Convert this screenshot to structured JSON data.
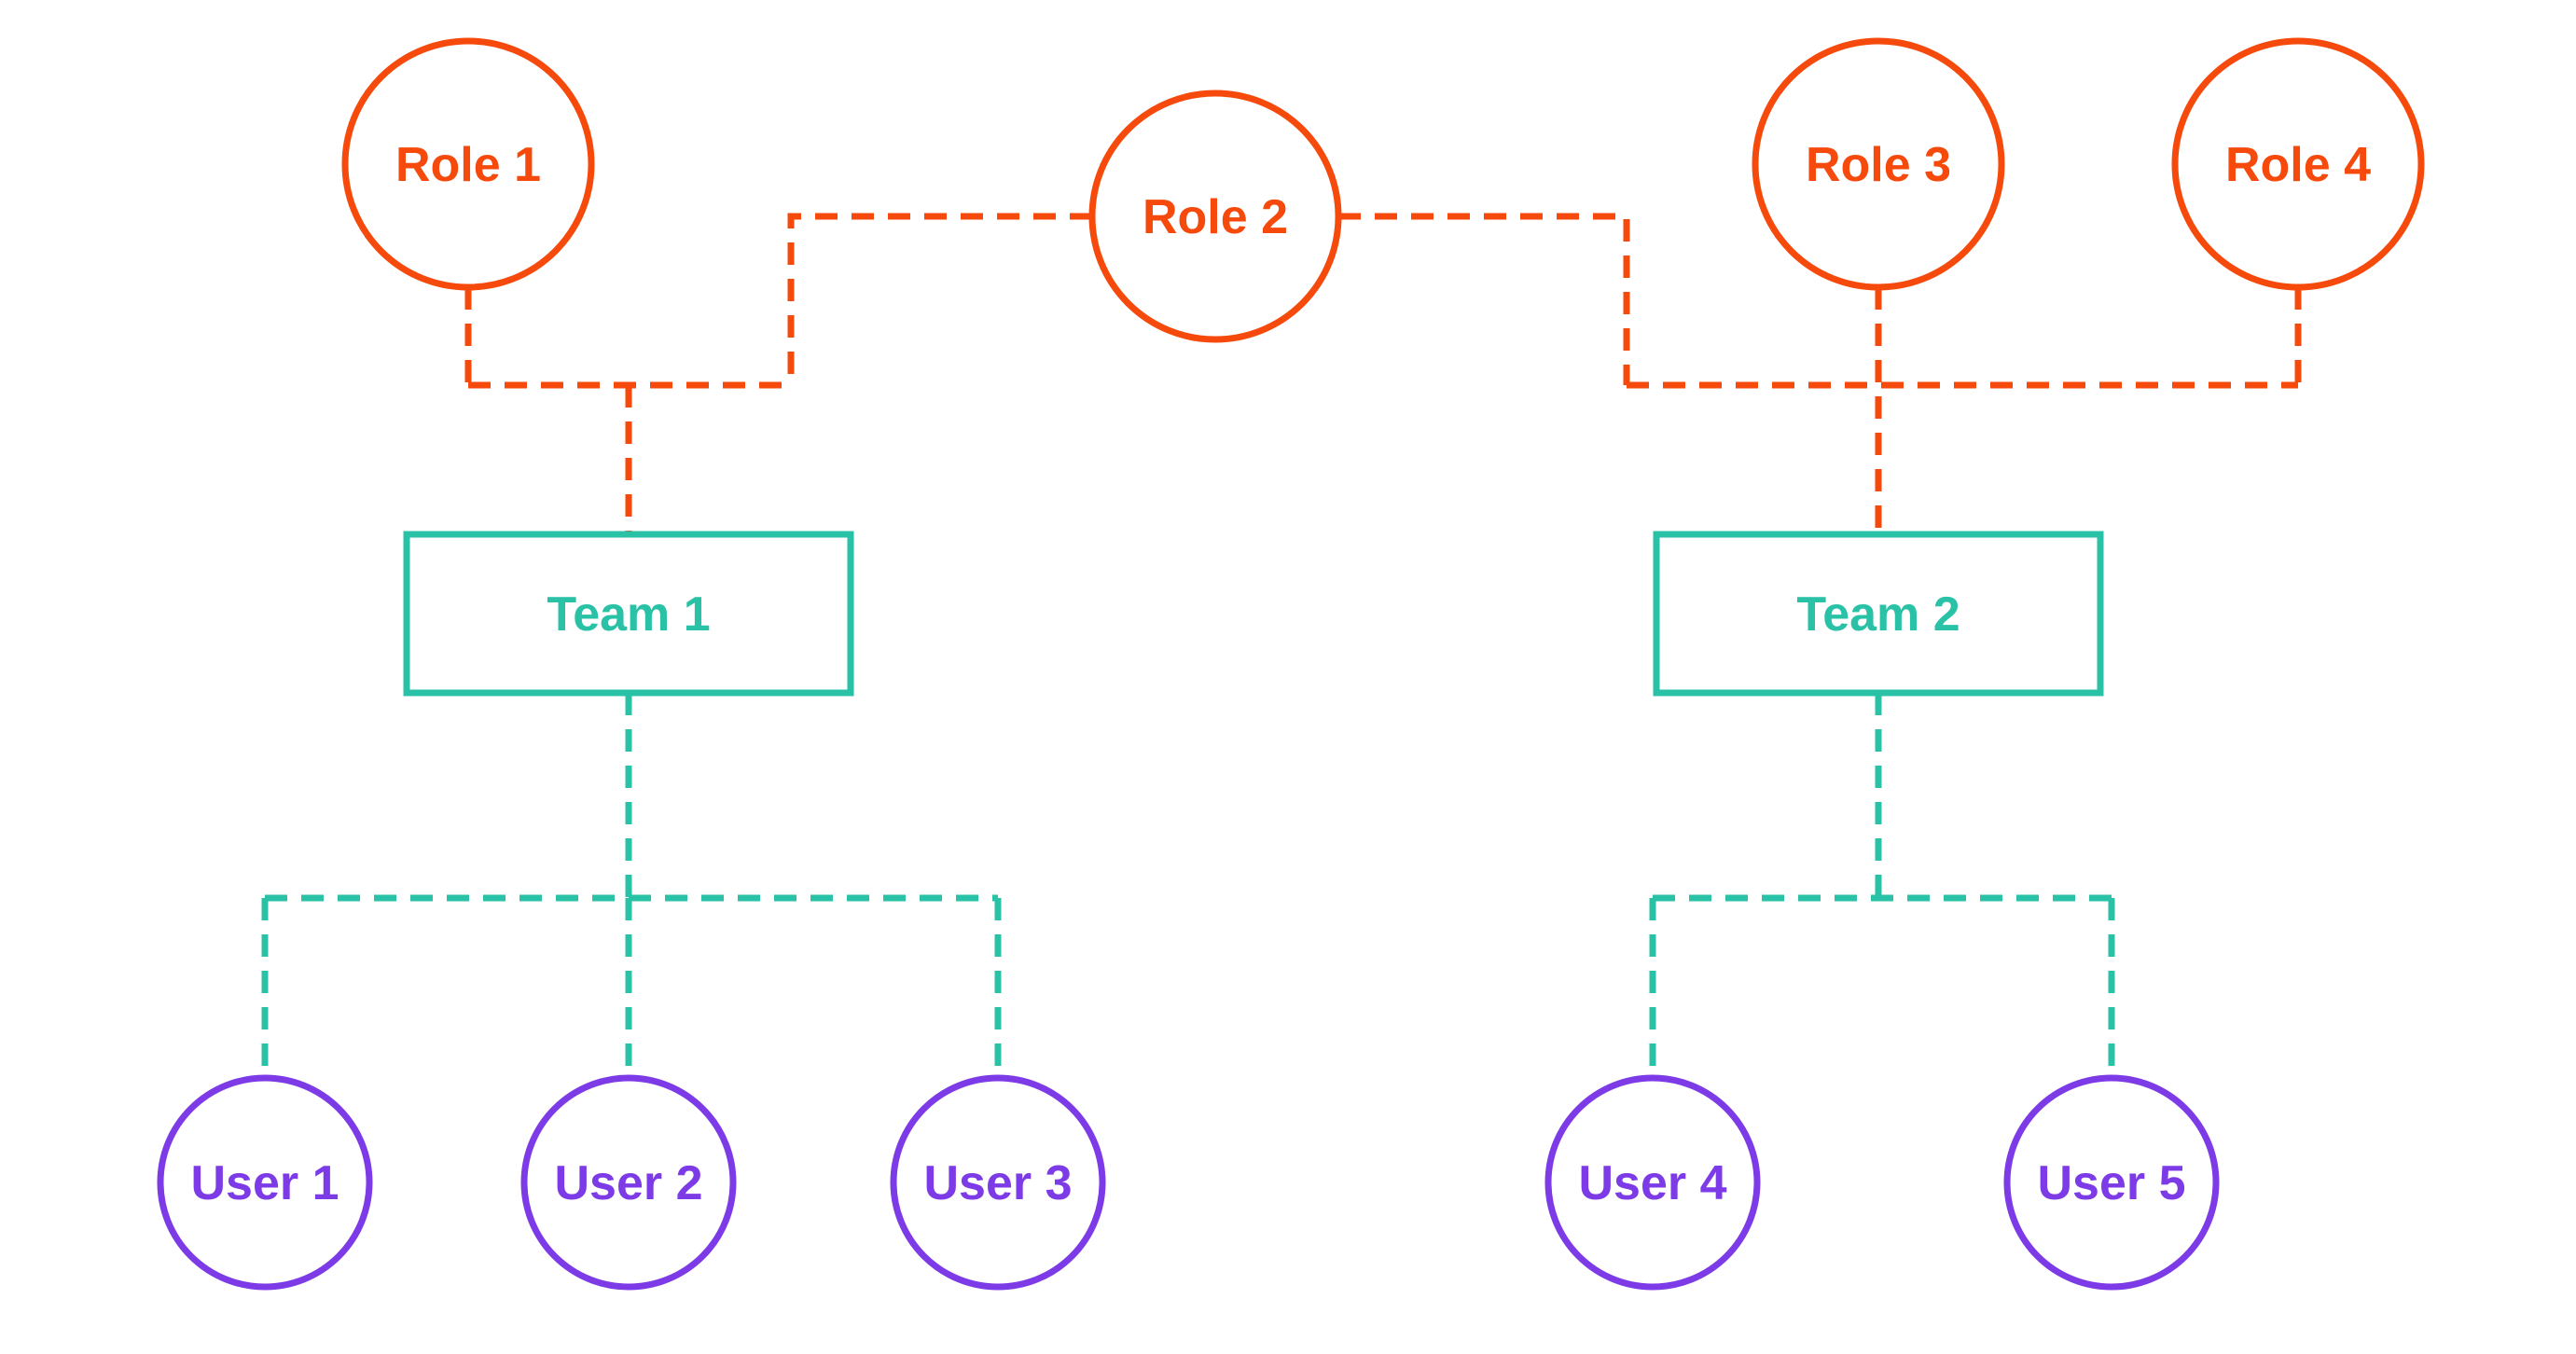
{
  "diagram": {
    "type": "org-mapping-diagram",
    "colors": {
      "role": "#F64A0D",
      "team": "#29C2A7",
      "user": "#7C3BE6",
      "background": "#FFFFFF"
    },
    "nodes": {
      "roles": [
        {
          "id": "role-1",
          "label": "Role 1",
          "shape": "circle"
        },
        {
          "id": "role-2",
          "label": "Role 2",
          "shape": "circle"
        },
        {
          "id": "role-3",
          "label": "Role 3",
          "shape": "circle"
        },
        {
          "id": "role-4",
          "label": "Role 4",
          "shape": "circle"
        }
      ],
      "teams": [
        {
          "id": "team-1",
          "label": "Team 1",
          "shape": "rectangle"
        },
        {
          "id": "team-2",
          "label": "Team 2",
          "shape": "rectangle"
        }
      ],
      "users": [
        {
          "id": "user-1",
          "label": "User 1",
          "shape": "circle"
        },
        {
          "id": "user-2",
          "label": "User 2",
          "shape": "circle"
        },
        {
          "id": "user-3",
          "label": "User 3",
          "shape": "circle"
        },
        {
          "id": "user-4",
          "label": "User 4",
          "shape": "circle"
        },
        {
          "id": "user-5",
          "label": "User 5",
          "shape": "circle"
        }
      ]
    },
    "connections": [
      {
        "from": "role-1",
        "to": "team-1",
        "style": "dashed",
        "color": "#F64A0D"
      },
      {
        "from": "role-2",
        "to": "team-1",
        "style": "dashed",
        "color": "#F64A0D"
      },
      {
        "from": "role-2",
        "to": "team-2",
        "style": "dashed",
        "color": "#F64A0D"
      },
      {
        "from": "role-3",
        "to": "team-2",
        "style": "dashed",
        "color": "#F64A0D"
      },
      {
        "from": "role-4",
        "to": "team-2",
        "style": "dashed",
        "color": "#F64A0D"
      },
      {
        "from": "team-1",
        "to": "user-1",
        "style": "dashed",
        "color": "#29C2A7"
      },
      {
        "from": "team-1",
        "to": "user-2",
        "style": "dashed",
        "color": "#29C2A7"
      },
      {
        "from": "team-1",
        "to": "user-3",
        "style": "dashed",
        "color": "#29C2A7"
      },
      {
        "from": "team-2",
        "to": "user-4",
        "style": "dashed",
        "color": "#29C2A7"
      },
      {
        "from": "team-2",
        "to": "user-5",
        "style": "dashed",
        "color": "#29C2A7"
      }
    ]
  }
}
